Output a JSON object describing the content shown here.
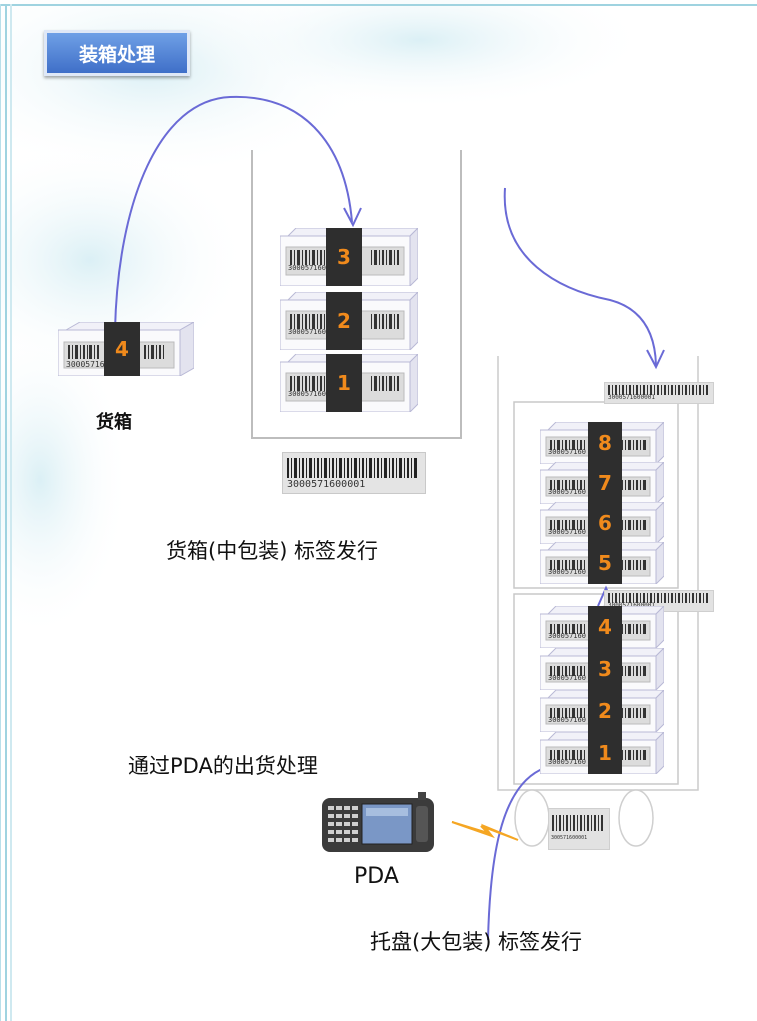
{
  "title": "装箱处理",
  "box_barcode_text": "300057160",
  "left_box": {
    "number": "4",
    "label": "货箱"
  },
  "middle_stack": {
    "numbers": [
      "3",
      "2",
      "1"
    ],
    "barcode": "3000571600001",
    "caption": "货箱(中包装) 标签发行"
  },
  "pallet": {
    "upper_numbers": [
      "8",
      "7",
      "6",
      "5"
    ],
    "lower_numbers": [
      "4",
      "3",
      "2",
      "1"
    ],
    "top_barcode": "3000571600001",
    "mid_barcode": "3000571600001",
    "base_barcode": "300571600001",
    "caption": "托盘(大包装) 标签发行"
  },
  "pda": {
    "heading": "通过PDA的出货处理",
    "label": "PDA"
  },
  "colors": {
    "arrow": "#6a6ad6",
    "badge": "#4a7fd4",
    "number_text": "#f08a1c",
    "number_bg": "#2e2e2e",
    "bolt": "#f5a623"
  }
}
